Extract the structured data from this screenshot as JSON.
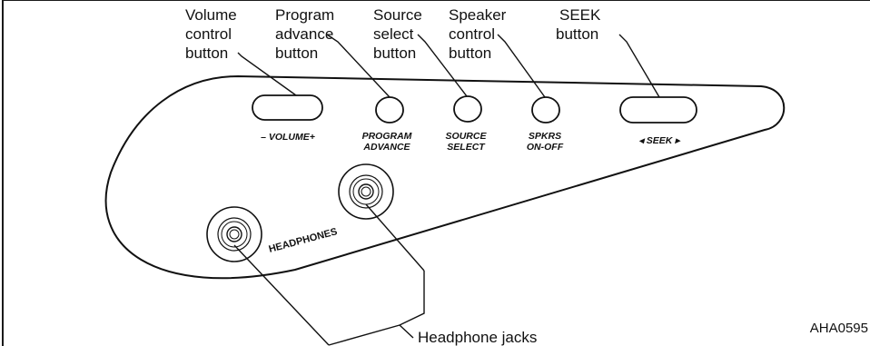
{
  "callouts": {
    "volume": [
      "Volume",
      "control",
      "button"
    ],
    "program": [
      "Program",
      "advance",
      "button"
    ],
    "source": [
      "Source",
      "select",
      "button"
    ],
    "speaker": [
      "Speaker",
      "control",
      "button"
    ],
    "seek": [
      "SEEK",
      "button"
    ],
    "headphone_jacks": "Headphone jacks"
  },
  "panel_labels": {
    "volume": "– VOLUME+",
    "program": [
      "PROGRAM",
      "ADVANCE"
    ],
    "source": [
      "SOURCE",
      "SELECT"
    ],
    "speakers": [
      "SPKRS",
      "ON-OFF"
    ],
    "seek": "◂ SEEK ▸",
    "headphones": "HEADPHONES"
  },
  "figure_code": "AHA0595",
  "colors": {
    "line": "#111111",
    "background": "#ffffff"
  }
}
